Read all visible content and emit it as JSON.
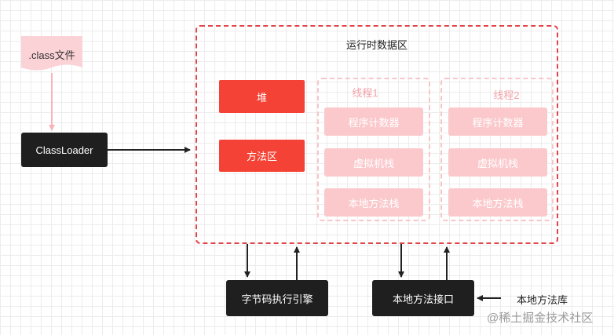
{
  "file": {
    "label": ".class文件",
    "color": "#fbd2d6"
  },
  "classloader": {
    "label": "ClassLoader"
  },
  "runtime_area": {
    "title": "运行时数据区",
    "border_color": "#e0454a",
    "heap": "堆",
    "method_area": "方法区",
    "threads": [
      {
        "title": "线程1",
        "items": [
          "程序计数器",
          "虚拟机栈",
          "本地方法栈"
        ]
      },
      {
        "title": "线程2",
        "items": [
          "程序计数器",
          "虚拟机栈",
          "本地方法栈"
        ]
      }
    ]
  },
  "engine": {
    "label": "字节码执行引擎"
  },
  "native_interface": {
    "label": "本地方法接口"
  },
  "native_library": {
    "label": "本地方法库"
  },
  "watermark": "@稀土掘金技术社区",
  "colors": {
    "dark": "#1f1f1f",
    "red": "#f44336",
    "pink": "#fbc9cc",
    "pink_text": "#f4a3a8"
  }
}
